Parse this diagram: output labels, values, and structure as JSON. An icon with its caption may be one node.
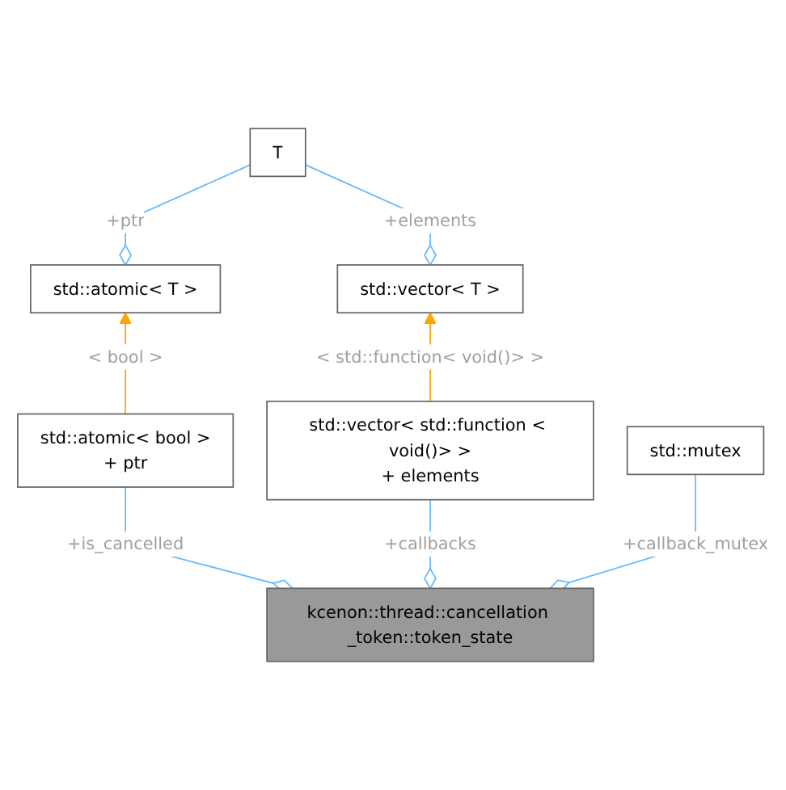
{
  "diagram": {
    "nodes": [
      {
        "text": [
          "T"
        ]
      },
      {
        "text": [
          "std::atomic< T >"
        ]
      },
      {
        "text": [
          "std::vector< T >"
        ]
      },
      {
        "text": [
          "std::atomic< bool >",
          "+ ptr"
        ]
      },
      {
        "text": [
          "std::vector< std::function < void()> >",
          "+ elements"
        ]
      },
      {
        "text": [
          "std::mutex"
        ]
      },
      {
        "text": [
          "kcenon::thread::cancellation _token::token_state"
        ]
      }
    ],
    "edges": [
      {
        "from": 1,
        "to": 0,
        "arrow": "other",
        "label": "+ptr"
      },
      {
        "from": 2,
        "to": 0,
        "arrow": "other",
        "label": "+elements"
      },
      {
        "from": 3,
        "to": 1,
        "arrow": "to",
        "label": "< bool >",
        "color": "#ffa500"
      },
      {
        "from": 4,
        "to": 2,
        "arrow": "to",
        "label": "< std::function< void()> >",
        "color": "#ffa500"
      },
      {
        "from": 6,
        "to": 3,
        "arrow": "other",
        "label": "+is_cancelled"
      },
      {
        "from": 6,
        "to": 4,
        "arrow": "other",
        "label": "+callbacks"
      },
      {
        "from": 6,
        "to": 5,
        "arrow": "other",
        "label": "+callback_mutex"
      }
    ]
  }
}
